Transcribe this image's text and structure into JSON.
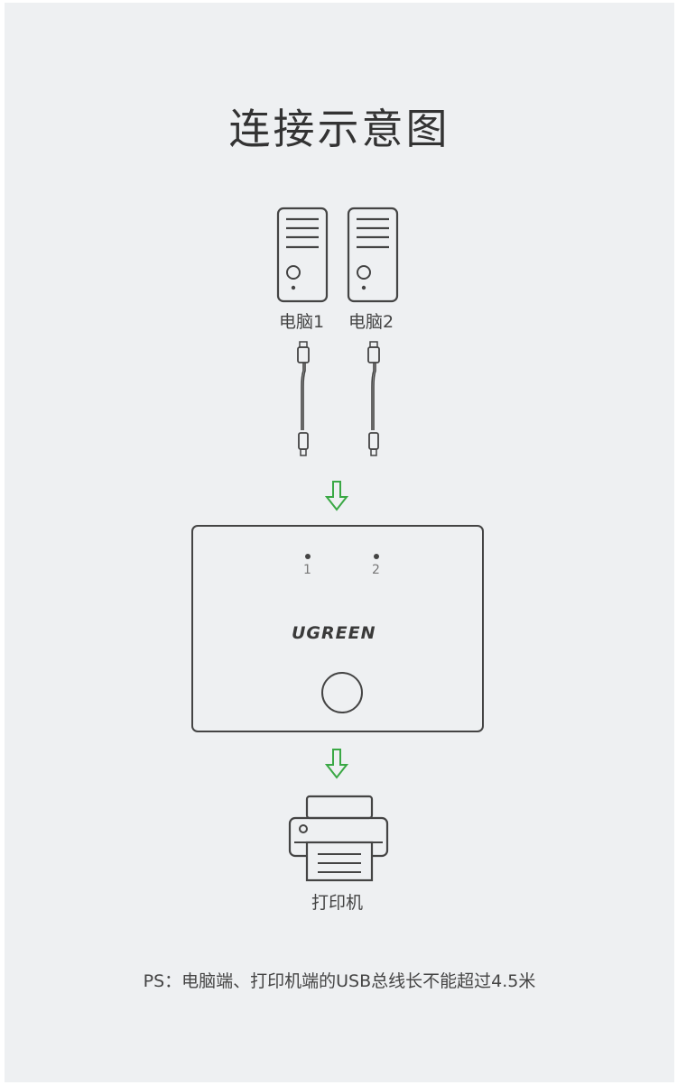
{
  "title": "连接示意图",
  "computers": [
    {
      "label": "电脑1"
    },
    {
      "label": "电脑2"
    }
  ],
  "switch": {
    "brand": "UGREEN",
    "ports": [
      "1",
      "2"
    ]
  },
  "printer": {
    "label": "打印机"
  },
  "note": "PS：电脑端、打印机端的USB总线长不能超过4.5米",
  "colors": {
    "arrow": "#3aa845",
    "line": "#444444",
    "background": "#eef0f2"
  }
}
